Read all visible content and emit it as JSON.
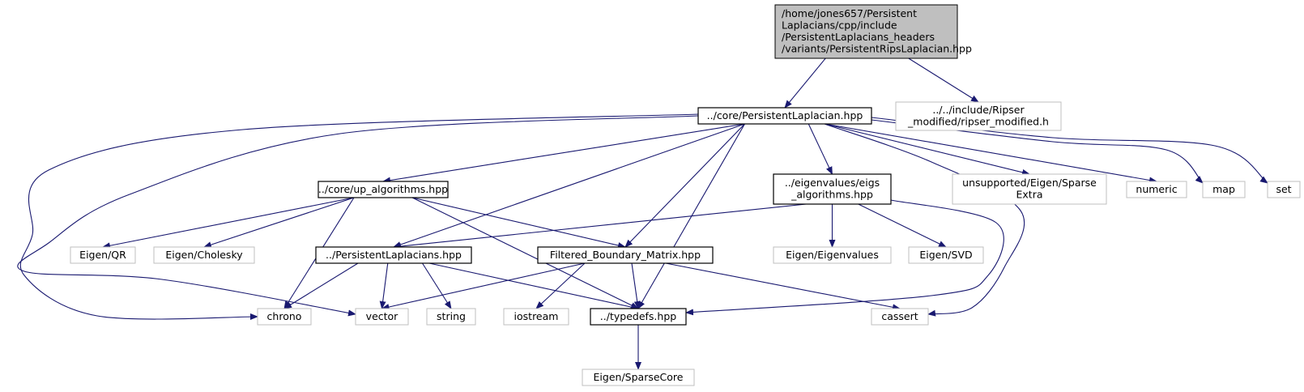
{
  "diagram": {
    "nodes": [
      {
        "id": "root",
        "kind": "root",
        "lines": [
          "/home/jones657/Persistent",
          "Laplacians/cpp/include",
          "/PersistentLaplacians_headers",
          "/variants/PersistentRipsLaplacian.hpp"
        ]
      },
      {
        "id": "pl",
        "kind": "internal",
        "lines": [
          "../core/PersistentLaplacian.hpp"
        ]
      },
      {
        "id": "ripser",
        "kind": "external",
        "lines": [
          "../../include/Ripser",
          "_modified/ripser_modified.h"
        ]
      },
      {
        "id": "up",
        "kind": "internal",
        "lines": [
          "../core/up_algorithms.hpp"
        ]
      },
      {
        "id": "eigs",
        "kind": "internal",
        "lines": [
          "../eigenvalues/eigs",
          "_algorithms.hpp"
        ]
      },
      {
        "id": "unsup",
        "kind": "external",
        "lines": [
          "unsupported/Eigen/Sparse",
          "Extra"
        ]
      },
      {
        "id": "numeric",
        "kind": "external",
        "lines": [
          "numeric"
        ]
      },
      {
        "id": "map",
        "kind": "external",
        "lines": [
          "map"
        ]
      },
      {
        "id": "set",
        "kind": "external",
        "lines": [
          "set"
        ]
      },
      {
        "id": "qr",
        "kind": "external",
        "lines": [
          "Eigen/QR"
        ]
      },
      {
        "id": "chol",
        "kind": "external",
        "lines": [
          "Eigen/Cholesky"
        ]
      },
      {
        "id": "plh",
        "kind": "internal",
        "lines": [
          "../PersistentLaplacians.hpp"
        ]
      },
      {
        "id": "fbm",
        "kind": "internal",
        "lines": [
          "Filtered_Boundary_Matrix.hpp"
        ]
      },
      {
        "id": "eigval",
        "kind": "external",
        "lines": [
          "Eigen/Eigenvalues"
        ]
      },
      {
        "id": "svd",
        "kind": "external",
        "lines": [
          "Eigen/SVD"
        ]
      },
      {
        "id": "chrono",
        "kind": "external",
        "lines": [
          "chrono"
        ]
      },
      {
        "id": "vector",
        "kind": "external",
        "lines": [
          "vector"
        ]
      },
      {
        "id": "string",
        "kind": "external",
        "lines": [
          "string"
        ]
      },
      {
        "id": "iostream",
        "kind": "external",
        "lines": [
          "iostream"
        ]
      },
      {
        "id": "typedefs",
        "kind": "internal",
        "lines": [
          "../typedefs.hpp"
        ]
      },
      {
        "id": "cassert",
        "kind": "external",
        "lines": [
          "cassert"
        ]
      },
      {
        "id": "sparsecore",
        "kind": "external",
        "lines": [
          "Eigen/SparseCore"
        ]
      }
    ],
    "edges": [
      {
        "from": "root",
        "to": "pl"
      },
      {
        "from": "root",
        "to": "ripser"
      },
      {
        "from": "pl",
        "to": "up"
      },
      {
        "from": "pl",
        "to": "eigs"
      },
      {
        "from": "pl",
        "to": "unsup"
      },
      {
        "from": "pl",
        "to": "numeric"
      },
      {
        "from": "pl",
        "to": "map"
      },
      {
        "from": "pl",
        "to": "set"
      },
      {
        "from": "pl",
        "to": "plh"
      },
      {
        "from": "pl",
        "to": "fbm"
      },
      {
        "from": "pl",
        "to": "typedefs"
      },
      {
        "from": "pl",
        "to": "cassert"
      },
      {
        "from": "pl",
        "to": "chrono"
      },
      {
        "from": "pl",
        "to": "vector"
      },
      {
        "from": "up",
        "to": "qr"
      },
      {
        "from": "up",
        "to": "chol"
      },
      {
        "from": "up",
        "to": "chrono"
      },
      {
        "from": "up",
        "to": "fbm"
      },
      {
        "from": "up",
        "to": "typedefs"
      },
      {
        "from": "eigs",
        "to": "plh"
      },
      {
        "from": "eigs",
        "to": "eigval"
      },
      {
        "from": "eigs",
        "to": "svd"
      },
      {
        "from": "eigs",
        "to": "typedefs"
      },
      {
        "from": "plh",
        "to": "chrono"
      },
      {
        "from": "plh",
        "to": "vector"
      },
      {
        "from": "plh",
        "to": "string"
      },
      {
        "from": "plh",
        "to": "typedefs"
      },
      {
        "from": "fbm",
        "to": "vector"
      },
      {
        "from": "fbm",
        "to": "iostream"
      },
      {
        "from": "fbm",
        "to": "typedefs"
      },
      {
        "from": "fbm",
        "to": "cassert"
      },
      {
        "from": "typedefs",
        "to": "sparsecore"
      }
    ]
  }
}
